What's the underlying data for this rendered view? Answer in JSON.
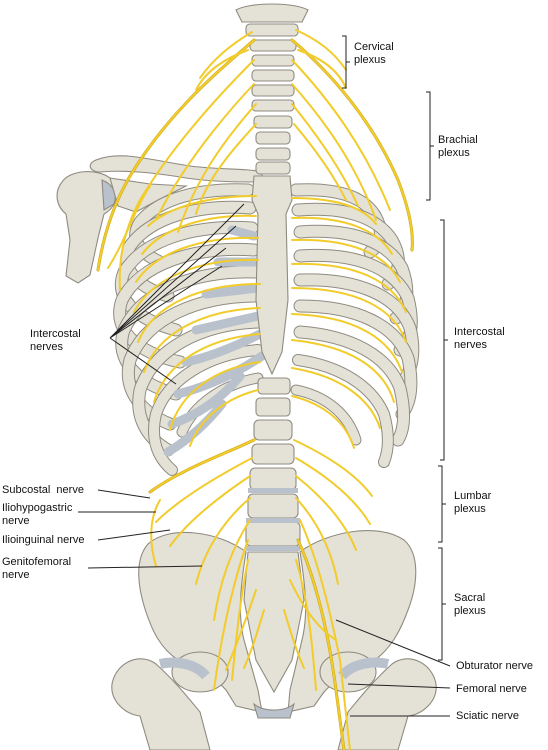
{
  "labels": {
    "cervical": [
      "Cervical",
      "plexus"
    ],
    "brachial": [
      "Brachial",
      "plexus"
    ],
    "intercostal_right": [
      "Intercostal",
      "nerves"
    ],
    "intercostal_left": [
      "Intercostal",
      "nerves"
    ],
    "lumbar": [
      "Lumbar",
      "plexus"
    ],
    "sacral": [
      "Sacral",
      "plexus"
    ],
    "subcostal": "Subcostal  nerve",
    "iliohypogastric": [
      "Iliohypogastric",
      "nerve"
    ],
    "ilioinguinal": "Ilioinguinal nerve",
    "genitofemoral": [
      "Genitofemoral",
      "nerve"
    ],
    "obturator": "Obturator nerve",
    "femoral": "Femoral nerve",
    "sciatic": "Sciatic nerve"
  },
  "colors": {
    "bone": "#e4e1d6",
    "bone_outline": "#8f8b80",
    "cartilage": "#b9c2cc",
    "nerve": "#f2cc2a",
    "nerve_outline": "#c9a514",
    "leader": "#222222"
  }
}
